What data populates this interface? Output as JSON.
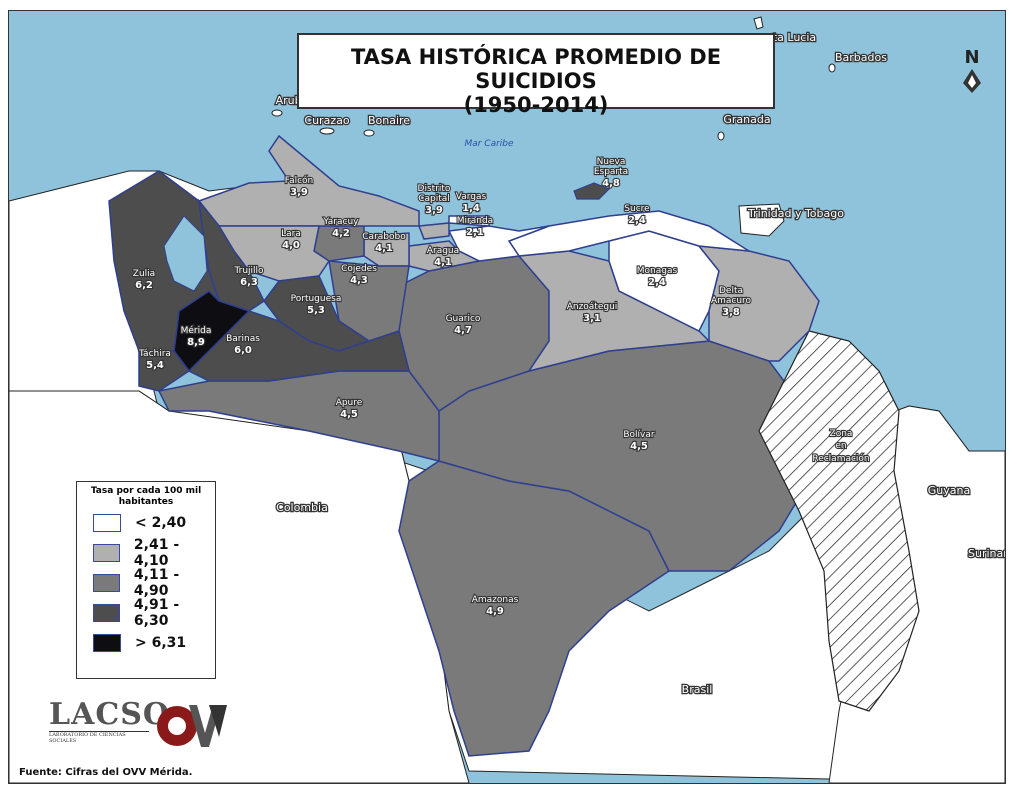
{
  "title": {
    "line1": "TASA HISTÓRICA PROMEDIO DE SUICIDIOS",
    "line2": "(1950-2014)"
  },
  "compass": {
    "label": "N"
  },
  "sea_label": "Mar Caribe",
  "source": "Fuente: Cifras del OVV Mérida.",
  "colors": {
    "sea": "#8fc3dc",
    "land_outside": "#ffffff",
    "border": "#2f3f8f",
    "class1": "#ffffff",
    "class2": "#b0b0b0",
    "class3": "#7a7a7a",
    "class4": "#4d4d4d",
    "class5": "#0d0d12",
    "label_outline": "#333333"
  },
  "legend": {
    "title": "Tasa por cada 100 mil habitantes",
    "items": [
      {
        "label": "< 2,40",
        "color": "#ffffff"
      },
      {
        "label": "2,41 - 4,10",
        "color": "#b0b0b0"
      },
      {
        "label": "4,11 - 4,90",
        "color": "#7a7a7a"
      },
      {
        "label": "4,91 - 6,30",
        "color": "#4d4d4d"
      },
      {
        "label": "> 6,31",
        "color": "#0d0d12"
      }
    ]
  },
  "logos": {
    "lacso": "LACSO",
    "lacso_sub": "LABORATORIO DE CIENCIAS SOCIALES",
    "ovv": "OVV"
  },
  "places": [
    {
      "name": "nta Lucia"
    },
    {
      "name": "Barbados"
    },
    {
      "name": "Aruba"
    },
    {
      "name": "Curazao"
    },
    {
      "name": "Bonaire"
    },
    {
      "name": "Granada"
    },
    {
      "name": "Trinidad y Tobago"
    },
    {
      "name": "Colombia"
    },
    {
      "name": "Brasil"
    },
    {
      "name": "Guyana"
    },
    {
      "name": "Surinam"
    }
  ],
  "states": [
    {
      "name": "Falcón",
      "value": "3,9"
    },
    {
      "name": "Lara",
      "value": "4,0"
    },
    {
      "name": "Yaracuy",
      "value": "4,2"
    },
    {
      "name": "Carabobo",
      "value": "4,1"
    },
    {
      "name": "Distrito Capital",
      "value": "3,9"
    },
    {
      "name": "Vargas",
      "value": "1,4"
    },
    {
      "name": "Miranda",
      "value": "2,1"
    },
    {
      "name": "Aragua",
      "value": "4,1"
    },
    {
      "name": "Nueva Esparta",
      "value": "4,8"
    },
    {
      "name": "Sucre",
      "value": "2,4"
    },
    {
      "name": "Monagas",
      "value": "2,4"
    },
    {
      "name": "Delta Amacuro",
      "value": "3,8"
    },
    {
      "name": "Anzoátegui",
      "value": "3,1"
    },
    {
      "name": "Guarico",
      "value": "4,7"
    },
    {
      "name": "Cojedes",
      "value": "4,3"
    },
    {
      "name": "Portuguesa",
      "value": "5,3"
    },
    {
      "name": "Trujillo",
      "value": "6,3"
    },
    {
      "name": "Zulia",
      "value": "6,2"
    },
    {
      "name": "Mérida",
      "value": "8,9"
    },
    {
      "name": "Barinas",
      "value": "6,0"
    },
    {
      "name": "Táchira",
      "value": "5,4"
    },
    {
      "name": "Apure",
      "value": "4,5"
    },
    {
      "name": "Bolívar",
      "value": "4,5"
    },
    {
      "name": "Amazonas",
      "value": "4,9"
    }
  ],
  "zona": {
    "line1": "Zona",
    "line2": "en",
    "line3": "Reclamación"
  }
}
